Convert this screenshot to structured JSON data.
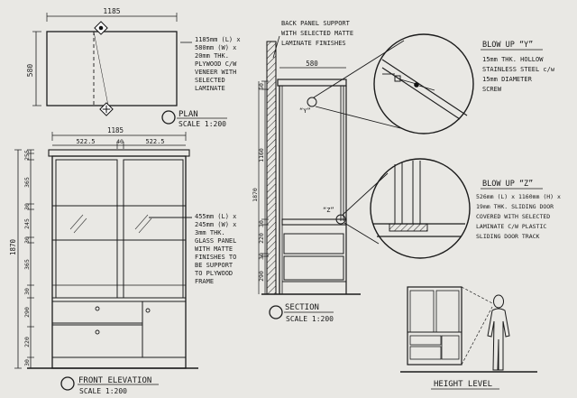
{
  "plan": {
    "width_dim": "1185",
    "depth_dim": "580",
    "spec": [
      "1185mm (L) x",
      "580mm (W) x",
      "20mm THK.",
      "PLYWOOD C/W",
      "VENEER WITH",
      "SELECTED",
      "LAMINATE"
    ],
    "title": "PLAN",
    "scale": "SCALE 1:200"
  },
  "front_elevation": {
    "top_dims": [
      "1185",
      "522.5",
      "40",
      "522.5"
    ],
    "left_dims": [
      "5",
      "25",
      "365",
      "30",
      "245",
      "30",
      "365",
      "30",
      "290",
      "220",
      "30"
    ],
    "overall_height": "1870",
    "glass_spec": [
      "455mm (L) x",
      "245mm (W) x",
      "3mm THK.",
      "GLASS PANEL",
      "WITH MATTE",
      "FINISHES TO",
      "BE SUPPORT",
      "TO PLYWOOD",
      "FRAME"
    ],
    "title": "FRONT ELEVATION",
    "scale": "SCALE 1:200"
  },
  "section": {
    "back_panel_note": [
      "BACK PANEL SUPPORT",
      "WITH SELECTED MATTE",
      "LAMINATE FINISHES"
    ],
    "depth_dim": "580",
    "height_dims": [
      "50",
      "1160",
      "1870",
      "30",
      "220",
      "30",
      "290"
    ],
    "marker_y": "“Y”",
    "marker_z": "“Z”",
    "title": "SECTION",
    "scale": "SCALE 1:200"
  },
  "blowup_y": {
    "title": "BLOW UP “Y”",
    "text": [
      "15mm THK. HOLLOW",
      "STAINLESS STEEL c/w",
      "15mm DIAMETER",
      "SCREW"
    ]
  },
  "blowup_z": {
    "title": "BLOW UP “Z”",
    "text": [
      "526mm (L) x 1160mm (H) x",
      "19mm THK. SLIDING DOOR",
      "COVERED WITH SELECTED",
      "LAMINATE C/W PLASTIC",
      "SLIDING DOOR TRACK"
    ]
  },
  "height_level": {
    "title": "HEIGHT LEVEL"
  }
}
